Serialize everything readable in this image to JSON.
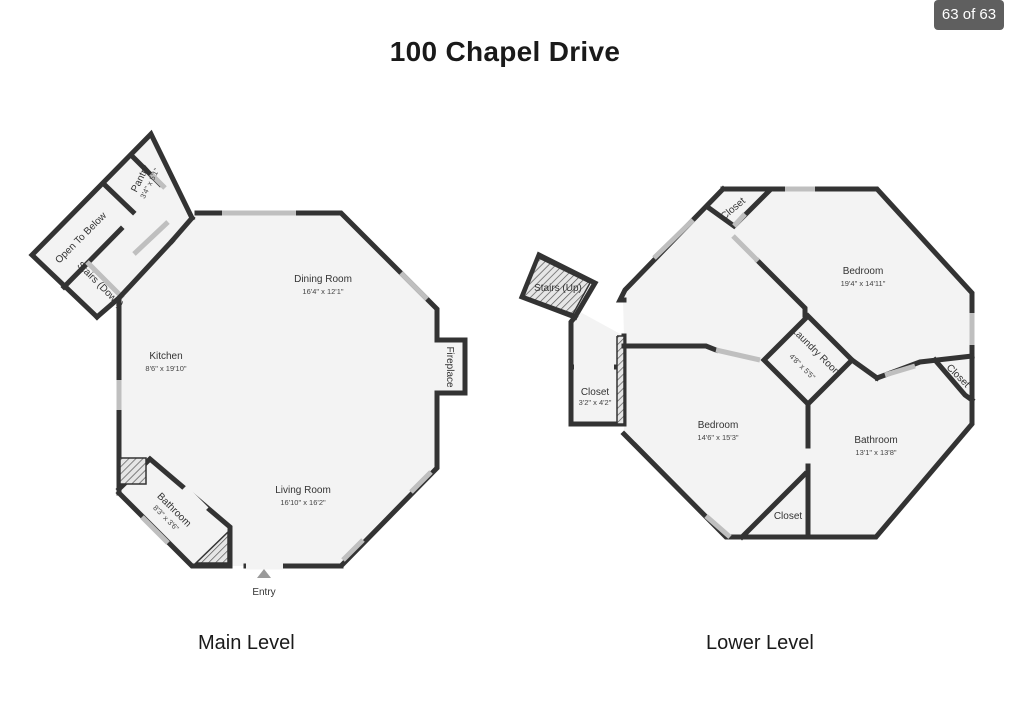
{
  "viewer": {
    "counter": "63 of 63"
  },
  "title": "100 Chapel Drive",
  "levels": [
    {
      "label": "Main Level"
    },
    {
      "label": "Lower Level"
    }
  ],
  "main_level": {
    "rooms": [
      {
        "name": "Dining Room",
        "dims": "16'4\" x 12'1\""
      },
      {
        "name": "Kitchen",
        "dims": "8'6\" x 19'10\""
      },
      {
        "name": "Living Room",
        "dims": "16'10\" x 16'2\""
      },
      {
        "name": "Bathroom",
        "dims": "8'3\" x 3'6\""
      },
      {
        "name": "Pantry",
        "dims": "3'4\" x 5'1\""
      },
      {
        "name": "Open To Below"
      },
      {
        "name": "Stairs (Down)"
      },
      {
        "name": "Fireplace"
      },
      {
        "name": "Entry"
      }
    ]
  },
  "lower_level": {
    "rooms": [
      {
        "name": "Bedroom",
        "dims": "19'4\" x 14'11\""
      },
      {
        "name": "Closet"
      },
      {
        "name": "Stairs (Up)"
      },
      {
        "name": "Laundry Room",
        "dims": "4'8\" x 5'5\""
      },
      {
        "name": "Closet"
      },
      {
        "name": "Closet",
        "dims": "3'2\" x 4'2\""
      },
      {
        "name": "Bedroom",
        "dims": "14'6\" x 15'3\""
      },
      {
        "name": "Bathroom",
        "dims": "13'1\" x 13'8\""
      },
      {
        "name": "Closet"
      }
    ]
  }
}
